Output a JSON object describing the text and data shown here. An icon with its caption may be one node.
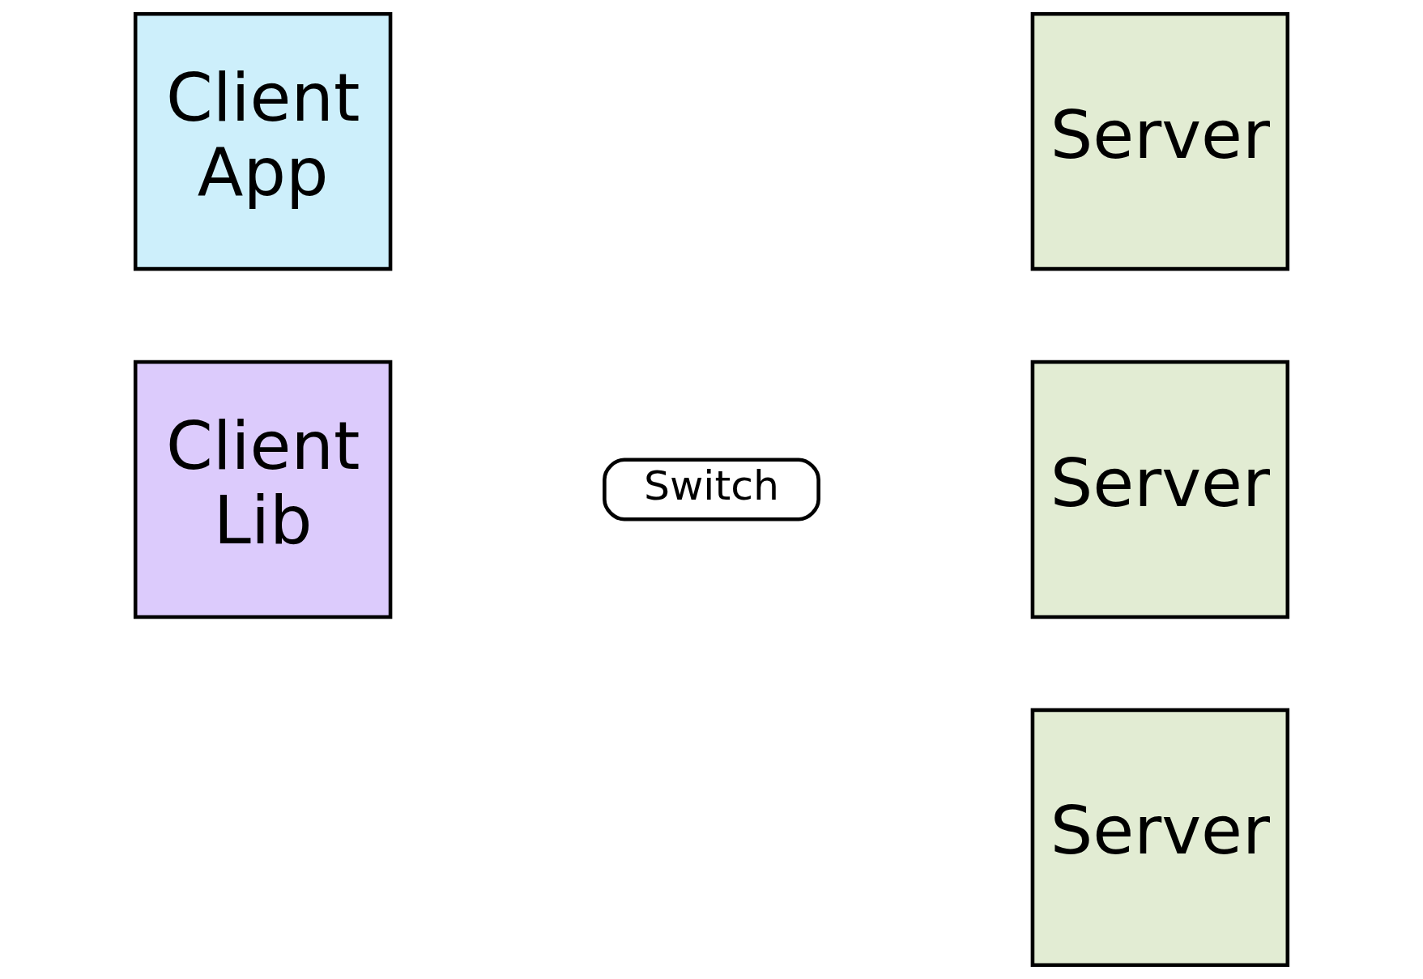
{
  "diagram": {
    "nodes": [
      {
        "text": [
          "Client App"
        ]
      },
      {
        "text": [
          "Client Lib"
        ]
      },
      {
        "text": [
          "Switch"
        ]
      },
      {
        "text": [
          "Server"
        ]
      },
      {
        "text": [
          "Server"
        ]
      },
      {
        "text": [
          "Server"
        ]
      }
    ],
    "edges": []
  }
}
